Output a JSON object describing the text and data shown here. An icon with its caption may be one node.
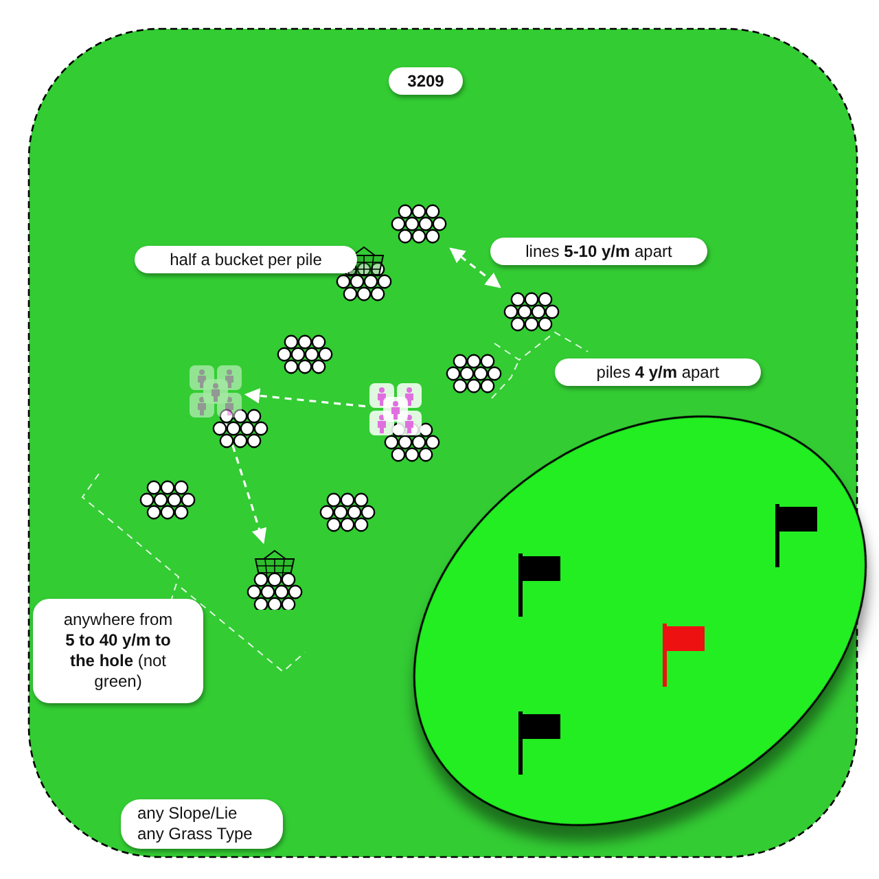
{
  "diagram": {
    "nodes": [
      {
        "text": [
          "3209"
        ]
      },
      {
        "text": [
          "half a bucket per pile"
        ]
      },
      {
        "text": [
          "lines **5-10 y/m** apart"
        ]
      },
      {
        "text": [
          "piles **4 y/m** apart"
        ]
      },
      {
        "text": [
          "anywhere from **5 to 40 y/m to the hole** (not green)"
        ]
      },
      {
        "text": [
          "any Slope/Lie any Grass Type"
        ]
      },
      {
        "text": [],
        "shape": "picture"
      },
      {
        "text": [],
        "shape": "picture"
      },
      {
        "text": [],
        "shape": "picture"
      },
      {
        "text": [],
        "shape": "picture"
      },
      {
        "text": [],
        "shape": "picture"
      }
    ],
    "edges": [
      {
        "from": 6,
        "to": 7,
        "arrow": "both",
        "style": "dashed"
      },
      {
        "from": 8,
        "to": 9,
        "arrow": "to",
        "style": "dashed"
      },
      {
        "from": 9,
        "to": 10,
        "arrow": "to",
        "style": "dashed"
      }
    ]
  }
}
